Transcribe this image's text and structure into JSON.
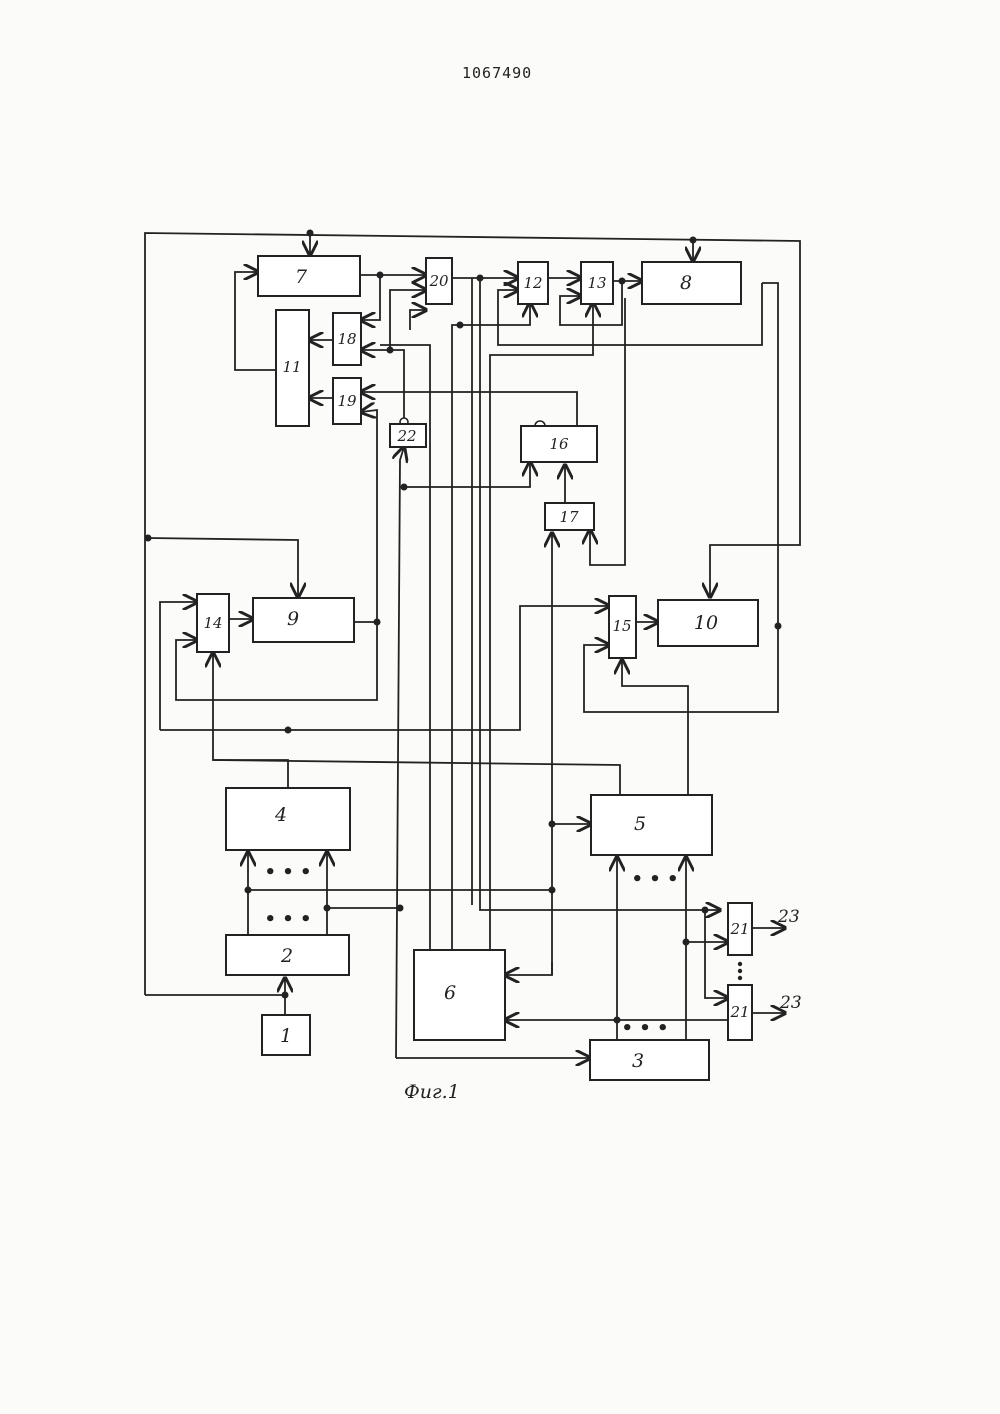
{
  "document": {
    "patent_number": "1067490",
    "figure_caption": "Фиг.1"
  },
  "blocks": {
    "b1": "1",
    "b2": "2",
    "b3": "3",
    "b4": "4",
    "b5": "5",
    "b6": "6",
    "b7": "7",
    "b8": "8",
    "b9": "9",
    "b10": "10",
    "b11": "11",
    "b12": "12",
    "b13": "13",
    "b14": "14",
    "b15": "15",
    "b16": "16",
    "b17": "17",
    "b18": "18",
    "b19": "19",
    "b20": "20",
    "b21": "21",
    "b22": "22"
  },
  "outputs": {
    "out_a": "23",
    "out_b": "23"
  },
  "ellipsis": "• • •"
}
